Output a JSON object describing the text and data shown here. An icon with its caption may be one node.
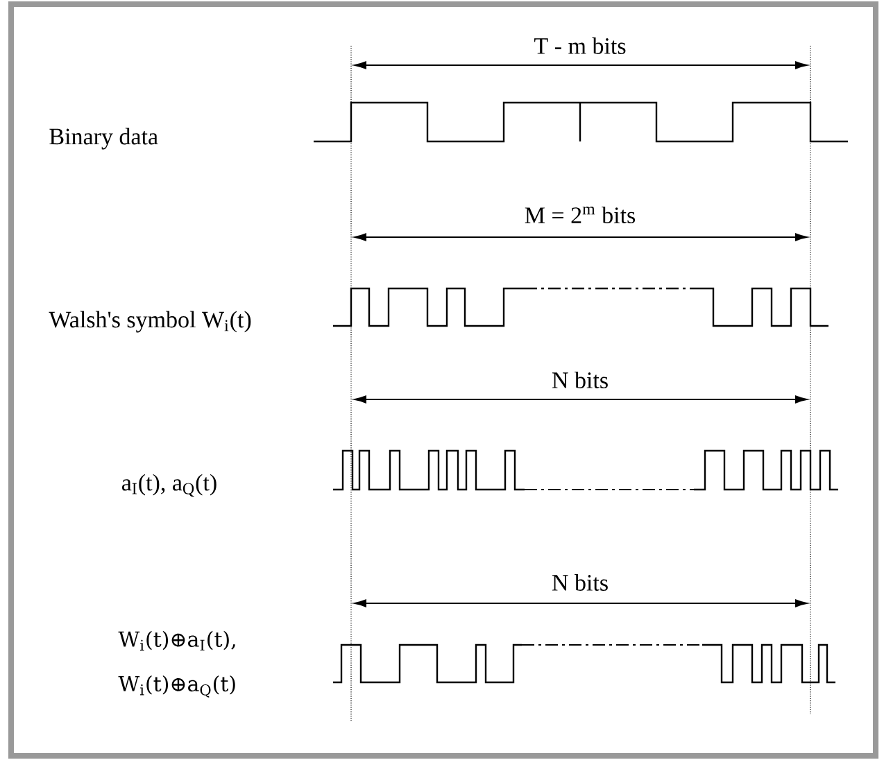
{
  "diagram": {
    "labels": [
      "T - m bits",
      "Binary data",
      "M = 2$^{m}$ bits",
      "Walsh's symbol W$_{i}$(t)",
      "N bits",
      "a$_{I}$(t), a$_{Q}$(t)",
      "N bits",
      "W$_{i}$(t)⊕a$_{I}$(t),",
      "W$_{i}$(t)⊕a$_{Q}$(t)"
    ]
  }
}
